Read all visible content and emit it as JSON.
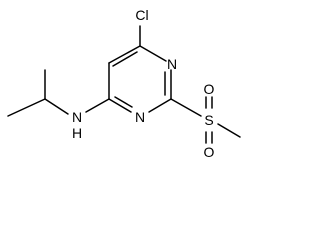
{
  "molecule": {
    "atoms": {
      "cl": "Cl",
      "n_ring_top": "N",
      "n_ring_bottom": "N",
      "nh": "N",
      "nh_h": "H",
      "s": "S",
      "o_upper": "O",
      "o_lower": "O"
    }
  }
}
